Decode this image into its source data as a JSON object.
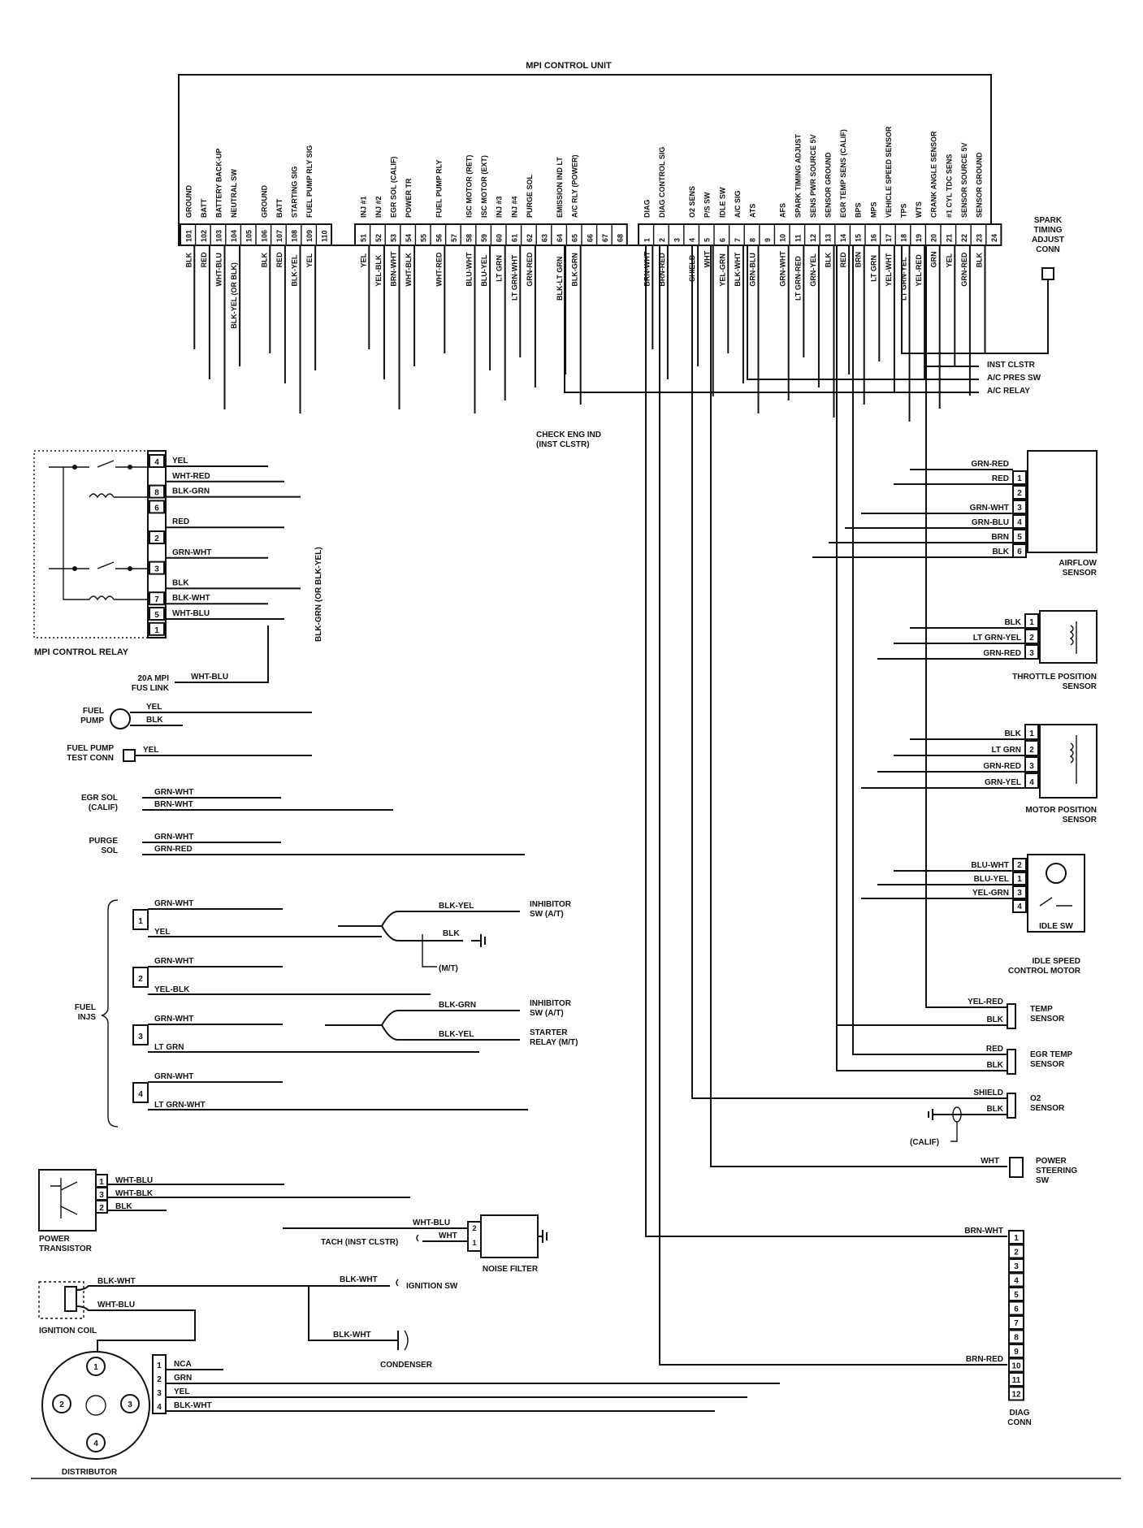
{
  "ecu": {
    "title": "MPI CONTROL UNIT",
    "group_a": [
      {
        "pin": "101",
        "name": "GROUND",
        "wire": "BLK"
      },
      {
        "pin": "102",
        "name": "BATT",
        "wire": "RED"
      },
      {
        "pin": "103",
        "name": "BATTERY BACK-UP",
        "wire": "WHT-BLU"
      },
      {
        "pin": "104",
        "name": "NEUTRAL SW",
        "wire": "BLK-YEL (OR BLK)"
      },
      {
        "pin": "105",
        "name": "",
        "wire": ""
      },
      {
        "pin": "106",
        "name": "GROUND",
        "wire": "BLK"
      },
      {
        "pin": "107",
        "name": "BATT",
        "wire": "RED"
      },
      {
        "pin": "108",
        "name": "STARTING SIG",
        "wire": "BLK-YEL"
      },
      {
        "pin": "109",
        "name": "FUEL PUMP RLY SIG",
        "wire": "YEL"
      },
      {
        "pin": "110",
        "name": "",
        "wire": ""
      }
    ],
    "group_b": [
      {
        "pin": "51",
        "name": "INJ #1",
        "wire": "YEL"
      },
      {
        "pin": "52",
        "name": "INJ #2",
        "wire": "YEL-BLK"
      },
      {
        "pin": "53",
        "name": "EGR SOL (CALIF)",
        "wire": "BRN-WHT"
      },
      {
        "pin": "54",
        "name": "POWER TR",
        "wire": "WHT-BLK"
      },
      {
        "pin": "55",
        "name": "",
        "wire": ""
      },
      {
        "pin": "56",
        "name": "FUEL PUMP RLY",
        "wire": "WHT-RED"
      },
      {
        "pin": "57",
        "name": "",
        "wire": ""
      },
      {
        "pin": "58",
        "name": "ISC MOTOR (RET)",
        "wire": "BLU-WHT"
      },
      {
        "pin": "59",
        "name": "ISC MOTOR (EXT)",
        "wire": "BLU-YEL"
      },
      {
        "pin": "60",
        "name": "INJ #3",
        "wire": "LT GRN"
      },
      {
        "pin": "61",
        "name": "INJ #4",
        "wire": "LT GRN-WHT"
      },
      {
        "pin": "62",
        "name": "PURGE SOL",
        "wire": "GRN-RED"
      },
      {
        "pin": "63",
        "name": "",
        "wire": ""
      },
      {
        "pin": "64",
        "name": "EMISSION IND LT",
        "wire": "BLK-LT GRN"
      },
      {
        "pin": "65",
        "name": "A/C RLY (POWER)",
        "wire": "BLK-GRN"
      },
      {
        "pin": "66",
        "name": "",
        "wire": ""
      },
      {
        "pin": "67",
        "name": "",
        "wire": ""
      },
      {
        "pin": "68",
        "name": "",
        "wire": ""
      }
    ],
    "group_c": [
      {
        "pin": "1",
        "name": "DIAG",
        "wire": "BRN-WHT"
      },
      {
        "pin": "2",
        "name": "DIAG CONTROL SIG",
        "wire": "BRN-RED"
      },
      {
        "pin": "3",
        "name": "",
        "wire": ""
      },
      {
        "pin": "4",
        "name": "O2 SENS",
        "wire": "SHIELD"
      },
      {
        "pin": "5",
        "name": "P/S SW",
        "wire": "WHT"
      },
      {
        "pin": "6",
        "name": "IDLE SW",
        "wire": "YEL-GRN"
      },
      {
        "pin": "7",
        "name": "A/C SIG",
        "wire": "BLK-WHT"
      },
      {
        "pin": "8",
        "name": "ATS",
        "wire": "GRN-BLU"
      },
      {
        "pin": "9",
        "name": "",
        "wire": ""
      },
      {
        "pin": "10",
        "name": "AFS",
        "wire": "GRN-WHT"
      },
      {
        "pin": "11",
        "name": "SPARK TIMING ADJUST",
        "wire": "LT GRN-RED"
      },
      {
        "pin": "12",
        "name": "SENS PWR SOURCE 5V",
        "wire": "GRN-YEL"
      },
      {
        "pin": "13",
        "name": "SENSOR GROUND",
        "wire": "BLK"
      },
      {
        "pin": "14",
        "name": "EGR TEMP SENS (CALIF)",
        "wire": "RED"
      },
      {
        "pin": "15",
        "name": "BPS",
        "wire": "BRN"
      },
      {
        "pin": "16",
        "name": "MPS",
        "wire": "LT GRN"
      },
      {
        "pin": "17",
        "name": "VEHICLE SPEED SENSOR",
        "wire": "YEL-WHT"
      },
      {
        "pin": "18",
        "name": "TPS",
        "wire": "LT GRN-YEL"
      },
      {
        "pin": "19",
        "name": "WTS",
        "wire": "YEL-RED"
      },
      {
        "pin": "20",
        "name": "CRANK ANGLE SENSOR",
        "wire": "GRN"
      },
      {
        "pin": "21",
        "name": "#1 CYL TDC SENS",
        "wire": "YEL"
      },
      {
        "pin": "22",
        "name": "SENSOR SOURCE 5V",
        "wire": "GRN-RED"
      },
      {
        "pin": "23",
        "name": "SENSOR GROUND",
        "wire": "BLK"
      },
      {
        "pin": "24",
        "name": "",
        "wire": ""
      }
    ]
  },
  "mid_labels": {
    "check_eng": [
      "CHECK ENG IND",
      "(INST CLSTR)"
    ],
    "inst_clstr": "INST CLSTR",
    "ac_pres": "A/C PRES SW",
    "ac_relay": "A/C RELAY",
    "spark_timing": [
      "SPARK",
      "TIMING",
      "ADJUST",
      "CONN"
    ]
  },
  "relay": {
    "label": "MPI CONTROL RELAY",
    "pins": [
      {
        "num": "4",
        "wire": "YEL"
      },
      {
        "num": "",
        "wire": "WHT-RED"
      },
      {
        "num": "8",
        "wire": "BLK-GRN"
      },
      {
        "num": "6",
        "wire": ""
      },
      {
        "num": "",
        "wire": "RED"
      },
      {
        "num": "2",
        "wire": ""
      },
      {
        "num": "",
        "wire": "GRN-WHT"
      },
      {
        "num": "3",
        "wire": ""
      },
      {
        "num": "",
        "wire": "BLK"
      },
      {
        "num": "7",
        "wire": "BLK-WHT"
      },
      {
        "num": "5",
        "wire": "WHT-BLU"
      },
      {
        "num": "1",
        "wire": ""
      }
    ],
    "vertical_wire": "BLK-GRN (OR BLK-YEL)"
  },
  "left_components": {
    "fuse_link": {
      "label": [
        "20A MPI",
        "FUS LINK"
      ],
      "wire": "WHT-BLU"
    },
    "fuel_pump": {
      "label": [
        "FUEL",
        "PUMP"
      ],
      "wires": [
        "YEL",
        "BLK"
      ]
    },
    "fuel_test": {
      "label": [
        "FUEL PUMP",
        "TEST CONN"
      ],
      "wire": "YEL"
    },
    "egr_sol": {
      "label": [
        "EGR SOL",
        "(CALIF)"
      ],
      "wires": [
        "GRN-WHT",
        "BRN-WHT"
      ]
    },
    "purge_sol": {
      "label": [
        "PURGE",
        "SOL"
      ],
      "wires": [
        "GRN-WHT",
        "GRN-RED"
      ]
    }
  },
  "injectors": {
    "label": [
      "FUEL",
      "INJS"
    ],
    "items": [
      {
        "num": "1",
        "wires": [
          "GRN-WHT",
          "YEL"
        ]
      },
      {
        "num": "2",
        "wires": [
          "GRN-WHT",
          "YEL-BLK"
        ]
      },
      {
        "num": "3",
        "wires": [
          "GRN-WHT",
          "LT GRN"
        ]
      },
      {
        "num": "4",
        "wires": [
          "GRN-WHT",
          "LT GRN-WHT"
        ]
      }
    ]
  },
  "inhibitor": {
    "sw_at": {
      "wire": "BLK-YEL",
      "label": [
        "INHIBITOR",
        "SW (A/T)"
      ]
    },
    "blk": "BLK",
    "mt": "(M/T)",
    "sw_at2": {
      "wire": "BLK-GRN",
      "label": [
        "INHIBITOR",
        "SW (A/T)"
      ]
    },
    "starter": {
      "wire": "BLK-YEL",
      "label": [
        "STARTER",
        "RELAY (M/T)"
      ]
    }
  },
  "airflow": {
    "label": [
      "AIRFLOW",
      "SENSOR"
    ],
    "pins": [
      {
        "num": "",
        "wire": "GRN-RED"
      },
      {
        "num": "1",
        "wire": "RED"
      },
      {
        "num": "2",
        "wire": ""
      },
      {
        "num": "3",
        "wire": "GRN-WHT"
      },
      {
        "num": "4",
        "wire": "GRN-BLU"
      },
      {
        "num": "5",
        "wire": "BRN"
      },
      {
        "num": "6",
        "wire": "BLK"
      }
    ]
  },
  "tps": {
    "label": [
      "THROTTLE POSITION",
      "SENSOR"
    ],
    "pins": [
      {
        "num": "1",
        "wire": "BLK"
      },
      {
        "num": "2",
        "wire": "LT GRN-YEL"
      },
      {
        "num": "3",
        "wire": "GRN-RED"
      }
    ]
  },
  "mps": {
    "label": [
      "MOTOR POSITION",
      "SENSOR"
    ],
    "pins": [
      {
        "num": "1",
        "wire": "BLK"
      },
      {
        "num": "2",
        "wire": "LT GRN"
      },
      {
        "num": "3",
        "wire": "GRN-RED"
      },
      {
        "num": "4",
        "wire": "GRN-YEL"
      }
    ]
  },
  "isc": {
    "label": [
      "IDLE SPEED",
      "CONTROL MOTOR"
    ],
    "idle_sw": "IDLE SW",
    "pins": [
      {
        "num": "2",
        "wire": "BLU-WHT"
      },
      {
        "num": "1",
        "wire": "BLU-YEL"
      },
      {
        "num": "3",
        "wire": "YEL-GRN"
      },
      {
        "num": "4",
        "wire": ""
      }
    ]
  },
  "right_sensors": {
    "temp": {
      "label": [
        "TEMP",
        "SENSOR"
      ],
      "wires": [
        "YEL-RED",
        "BLK"
      ]
    },
    "egr_temp": {
      "label": [
        "EGR TEMP",
        "SENSOR"
      ],
      "wires": [
        "RED",
        "BLK"
      ]
    },
    "o2": {
      "label": [
        "O2",
        "SENSOR"
      ],
      "wires": [
        "SHIELD",
        "BLK"
      ]
    },
    "calif": "(CALIF)",
    "ps": {
      "label": [
        "POWER",
        "STEERING",
        "SW"
      ],
      "wire": "WHT"
    }
  },
  "diag_conn": {
    "label": [
      "DIAG",
      "CONN"
    ],
    "wires": [
      "BRN-WHT",
      "BRN-RED"
    ],
    "pins": [
      "1",
      "2",
      "3",
      "4",
      "5",
      "6",
      "7",
      "8",
      "9",
      "10",
      "11",
      "12"
    ]
  },
  "bottom": {
    "power_tr": {
      "label": [
        "POWER",
        "TRANSISTOR"
      ],
      "pins": [
        {
          "num": "1",
          "wire": "WHT-BLU"
        },
        {
          "num": "3",
          "wire": "WHT-BLK"
        },
        {
          "num": "2",
          "wire": "BLK"
        }
      ]
    },
    "tach": "TACH (INST CLSTR)",
    "noise": {
      "label": "NOISE FILTER",
      "wires": [
        "WHT-BLU",
        "WHT"
      ],
      "pins": [
        "2",
        "1"
      ]
    },
    "ign_coil": {
      "label": "IGNITION COIL",
      "wires": [
        "BLK-WHT",
        "WHT-BLU"
      ]
    },
    "ign_sw": {
      "wire": "BLK-WHT",
      "label": "IGNITION SW"
    },
    "condenser": {
      "wire": "BLK-WHT",
      "label": "CONDENSER"
    },
    "distributor": {
      "label": "DISTRIBUTOR",
      "pins": [
        {
          "num": "1",
          "wire": "NCA"
        },
        {
          "num": "2",
          "wire": "GRN"
        },
        {
          "num": "3",
          "wire": "YEL"
        },
        {
          "num": "4",
          "wire": "BLK-WHT"
        }
      ],
      "caps": [
        "1",
        "2",
        "3",
        "4"
      ]
    }
  }
}
